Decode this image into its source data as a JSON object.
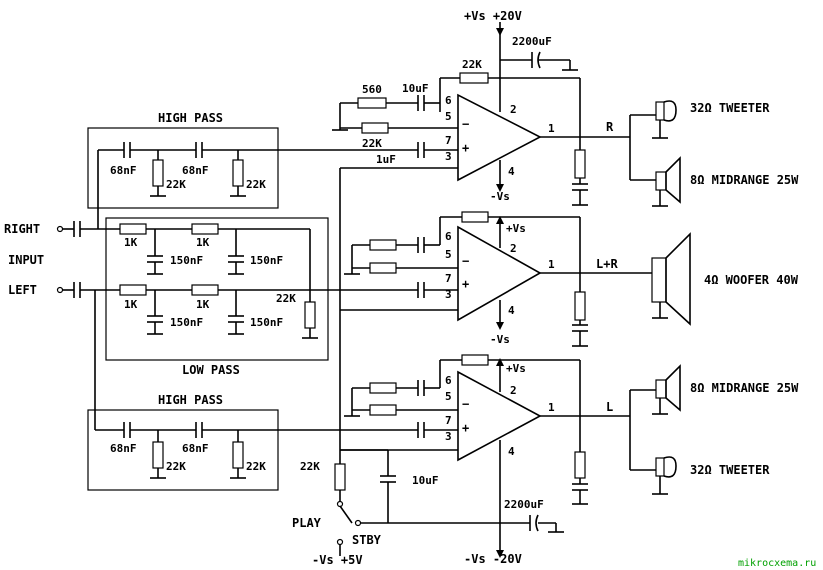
{
  "power": {
    "plus_vs_top": "+Vs +20V",
    "minus_vs_bottom": "-Vs -20V",
    "plus_vs": "+Vs",
    "minus_vs": "-Vs"
  },
  "filters": {
    "high_pass": "HIGH PASS",
    "low_pass": "LOW PASS"
  },
  "inputs": {
    "right": "RIGHT",
    "input": "INPUT",
    "left": "LEFT"
  },
  "components": {
    "r560": "560",
    "r22k": "22K",
    "c10uf": "10uF",
    "c1uf": "1uF",
    "c2200uf": "2200uF",
    "c68nf": "68nF",
    "c150nf": "150nF",
    "r1k": "1K"
  },
  "pins": {
    "p1": "1",
    "p2": "2",
    "p3": "3",
    "p4": "4",
    "p5": "5",
    "p6": "6",
    "p7": "7"
  },
  "outputs": {
    "r": "R",
    "lr": "L+R",
    "l": "L",
    "tweeter": "32Ω TWEETER",
    "midrange": "8Ω MIDRANGE 25W",
    "woofer": "4Ω WOOFER 40W"
  },
  "switch": {
    "play": "PLAY",
    "stby": "STBY",
    "supply": "-Vs +5V"
  },
  "watermark": "mikrocxema.ru"
}
